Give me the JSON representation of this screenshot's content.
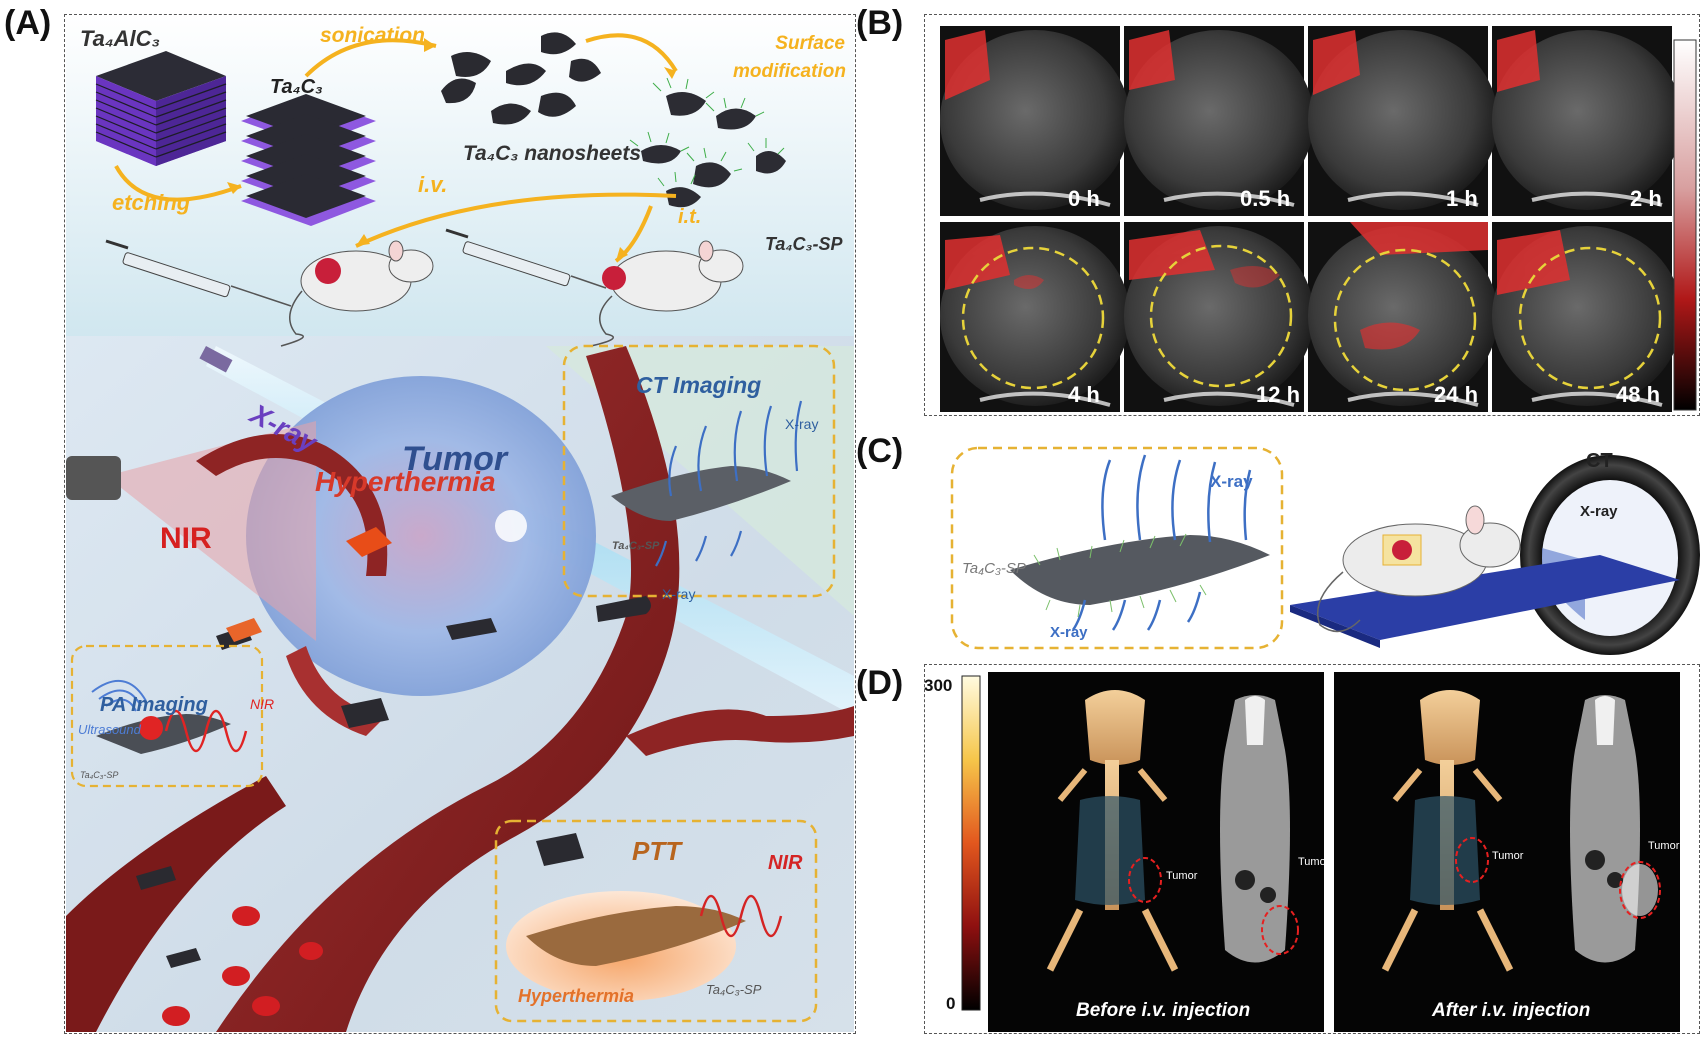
{
  "panels": {
    "a": "(A)",
    "b": "(B)",
    "c": "(C)",
    "d": "(D)"
  },
  "panel_a": {
    "materials": {
      "max_phase": "Ta₄AlC₃",
      "etched": "Ta₄C₃",
      "nanosheets": "Ta₄C₃ nanosheets",
      "modified": "Ta₄C₃-SP"
    },
    "steps": {
      "etching": "etching",
      "sonication": "sonication",
      "surface_modification": "Surface modification",
      "iv": "i.v.",
      "it": "i.t."
    },
    "scene": {
      "xray": "X-ray",
      "tumor": "Tumor",
      "nir": "NIR",
      "hyperthermia": "Hyperthermia"
    },
    "ct_box": {
      "title": "CT Imaging",
      "xray_in": "X-ray",
      "xray_out": "X-ray",
      "material": "Ta₄C₃-SP"
    },
    "pa_box": {
      "title": "PA Imaging",
      "ultrasound": "Ultrasound",
      "nir": "NIR",
      "material": "Ta₄C₃-SP"
    },
    "ptt_box": {
      "title": "PTT",
      "nir": "NIR",
      "hyperthermia": "Hyperthermia",
      "material": "Ta₄C₃-SP"
    }
  },
  "panel_b": {
    "times": [
      "0 h",
      "0.5 h",
      "1 h",
      "2 h",
      "4 h",
      "12 h",
      "24 h",
      "48 h"
    ]
  },
  "panel_c": {
    "xray_in": "X-ray",
    "xray_out": "X-ray",
    "material": "Ta₄C₃-SP",
    "ct": "CT",
    "ring_xray": "X-ray"
  },
  "panel_d": {
    "scale_max": "300",
    "scale_min": "0",
    "tumor": "Tumor",
    "before": "Before i.v. injection",
    "after": "After i.v. injection"
  },
  "colors": {
    "orange_arrow": "#f5b21f",
    "purple_stack": "#7a3fd1",
    "vessel": "#8a2020",
    "tumor_blue": "#9bb9e6",
    "dashed_yellow": "#e6b233",
    "us_red": "#e03030"
  }
}
